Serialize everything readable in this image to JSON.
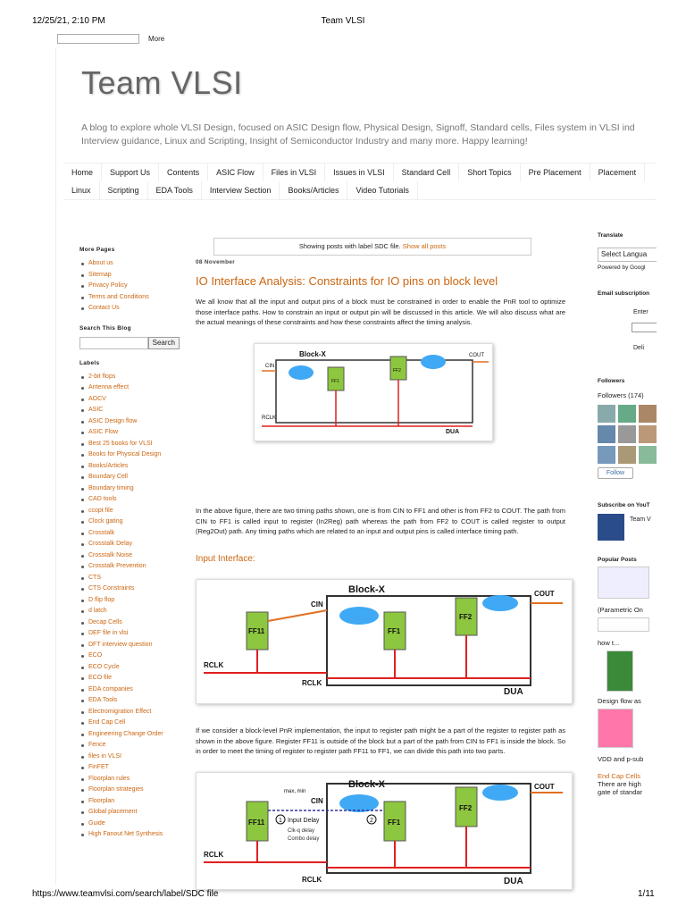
{
  "print_header": {
    "datetime": "12/25/21, 2:10 PM",
    "title": "Team VLSI"
  },
  "navbar": {
    "more_label": "More"
  },
  "blog": {
    "title": "Team VLSI",
    "description_line1": "A blog to explore whole VLSI Design, focused on ASIC Design flow, Physical Design, Signoff, Standard cells, Files system in VLSI ind",
    "description_line2": "Interview guidance, Linux and Scripting, Insight of Semiconductor Industry and many more. Happy learning!"
  },
  "tabs_row1": [
    "Home",
    "Support Us",
    "Contents",
    "ASIC Flow",
    "Files in VLSI",
    "Issues in VLSI",
    "Standard Cell",
    "Short Topics",
    "Pre Placement",
    "Placement"
  ],
  "tabs_row2": [
    "Linux",
    "Scripting",
    "EDA Tools",
    "Interview Section",
    "Books/Articles",
    "Video Tutorials"
  ],
  "sidebar": {
    "more_pages_heading": "More Pages",
    "more_pages": [
      "About us",
      "Sitemap",
      "Privacy Policy",
      "Terms and Conditions",
      "Contact Us"
    ],
    "search_heading": "Search This Blog",
    "search_button": "Search",
    "labels_heading": "Labels",
    "labels": [
      "2-bit flops",
      "Antenna effect",
      "AOCV",
      "ASIC",
      "ASIC Design flow",
      "ASIC Flow",
      "Best 25 books for VLSI",
      "Books for Physical Design",
      "Books/Articles",
      "Boundary Cell",
      "Boundary timing",
      "CAD tools",
      "ccopt file",
      "Clock gating",
      "Crosstalk",
      "Crosstalk Delay",
      "Crosstalk Noise",
      "Crosstalk Prevention",
      "CTS",
      "CTS Constraints",
      "D flip flop",
      "d latch",
      "Decap Cells",
      "DEF file in vlsi",
      "DFT interview question",
      "ECO",
      "ECO Cycle",
      "ECO file",
      "EDA companies",
      "EDA Tools",
      "Electromigration Effect",
      "End Cap Cell",
      "Engineering Change Order",
      "Fence",
      "files in VLSI",
      "FinFET",
      "Floorplan rules",
      "Floorplan strategies",
      "Floorplan",
      "Global placement",
      "Guide",
      "High Fanout Net Synthesis"
    ]
  },
  "main": {
    "status_text": "Showing posts with label SDC file.",
    "status_link": "Show all posts",
    "date": "08 November",
    "post_title": "IO Interface Analysis: Constraints for IO pins on block level",
    "para1": "We all know that all the input and output pins of a block must be constrained in order to enable the PnR tool to optimize those interface paths. How to constrain an input or output pin will be discussed in this article. We will also discuss what are the actual meanings of these constraints and how these constraints affect the timing analysis.",
    "para2": "In the above figure, there are two timing paths shown, one is from CIN to FF1 and other is from FF2 to COUT. The path from CIN to FF1 is called input to register (In2Reg) path whereas the path from FF2 to COUT is called register to output (Reg2Out) path. Any timing paths which are related to an input and output pins is called interface timing path.",
    "subhead": "Input Interface:",
    "para3": "If we consider a block-level PnR implementation, the input to register path might be a part of the register to register path as shown in the above figure. Register FF11 is outside of the block but a part of the path from CIN to FF1 is inside the block. So in order to meet the timing of register to register path FF11 to FF1, we can divide this path into two parts."
  },
  "figures": {
    "block_x": "Block-X",
    "cin": "CIN",
    "cout": "COUT",
    "rclk": "RCLK",
    "dua": "DUA",
    "ff1": "FF1",
    "ff2": "FF2",
    "ff11": "FF11",
    "max_min": "max, min",
    "input_delay": "Input Delay",
    "clkq_delay": "Clk-q delay",
    "combo_delay": "Combo delay",
    "num1": "1",
    "num2": "2"
  },
  "right_sidebar": {
    "translate_heading": "Translate",
    "select_language": "Select Langua",
    "powered_by": "Powered by Googl",
    "email_heading": "Email subscription",
    "enter_text": "Enter",
    "deliver_text": "Deli",
    "followers_heading": "Followers",
    "followers_count": "Followers (174)",
    "follow_button": "Follow",
    "subscribe_heading": "Subscribe on YouT",
    "team_v": "Team V",
    "popular_heading": "Popular Posts",
    "pop1": "(Parametric On",
    "pop2": "how t...",
    "pop3": "Design flow as",
    "pop4": "VDD and p-sub",
    "pop5": "End Cap Cells",
    "pop5_desc1": "There are high",
    "pop5_desc2": "gate of standar"
  },
  "footer": {
    "url": "https://www.teamvlsi.com/search/label/SDC file",
    "page": "1/11"
  },
  "colors": {
    "accent": "#cc6611",
    "ff_green": "#8dc63f",
    "cloud_blue": "#3fa9f5",
    "clock_red": "#e02020"
  }
}
